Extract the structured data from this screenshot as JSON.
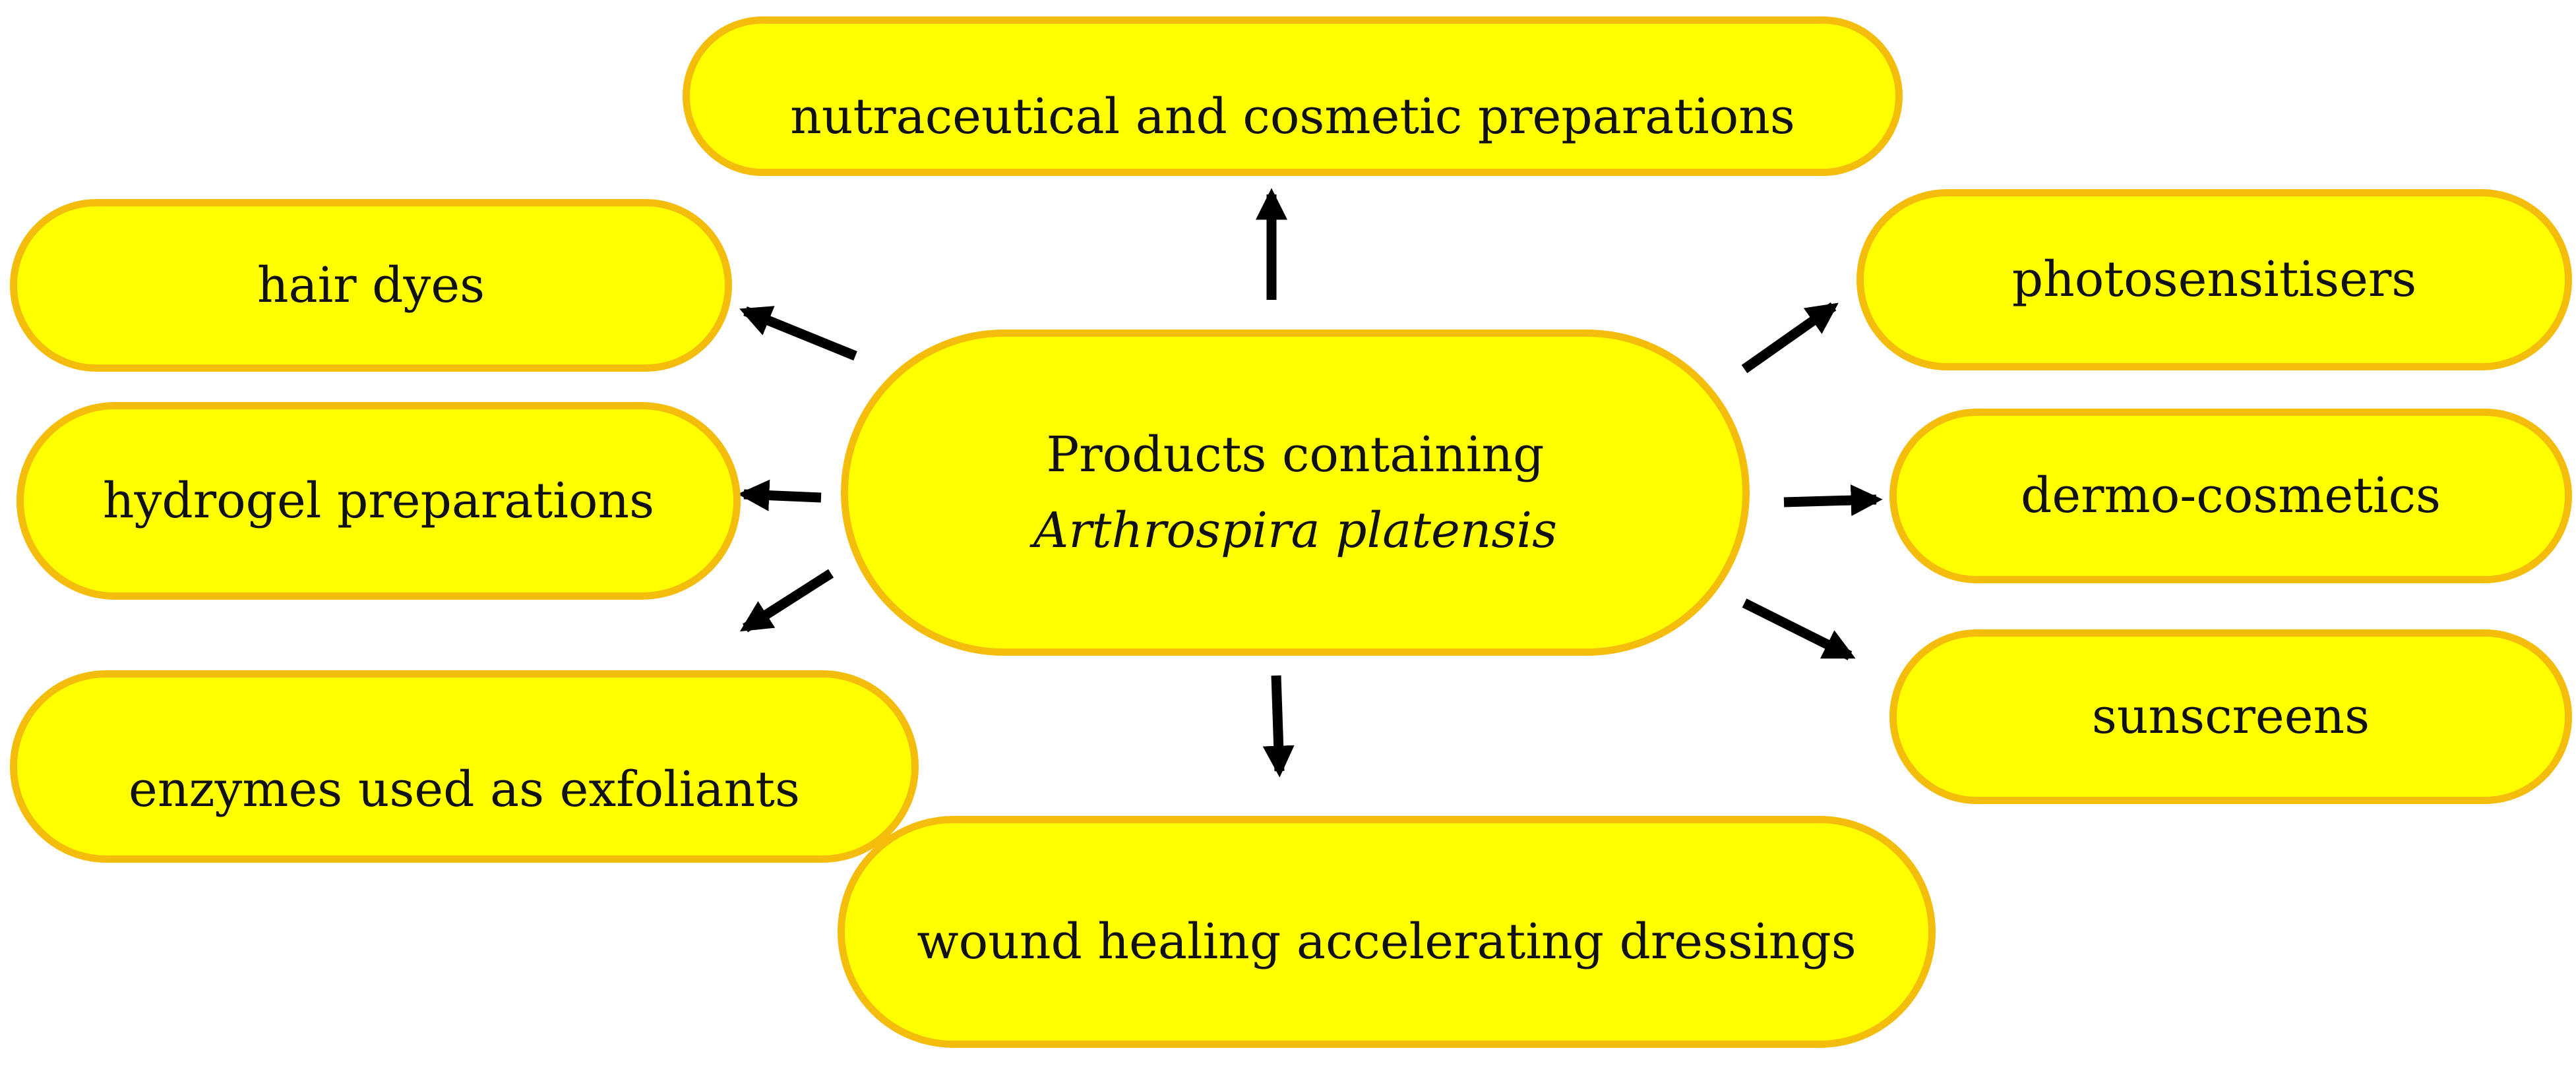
{
  "center": {
    "line1": "Products containing",
    "line2": "Arthrospira platensis"
  },
  "outputs": {
    "nutraceutical": "nutraceutical and cosmetic preparations",
    "hair_dyes": "hair dyes",
    "hydrogel": "hydrogel preparations",
    "enzymes": "enzymes used as exfoliants",
    "wound": "wound healing accelerating dressings",
    "photosensitisers": "photosensitisers",
    "dermo": "dermo-cosmetics",
    "sunscreens": "sunscreens"
  },
  "colors": {
    "node_fill": "#ffff00",
    "node_border": "#f5bd0b",
    "arrow": "#000000"
  }
}
